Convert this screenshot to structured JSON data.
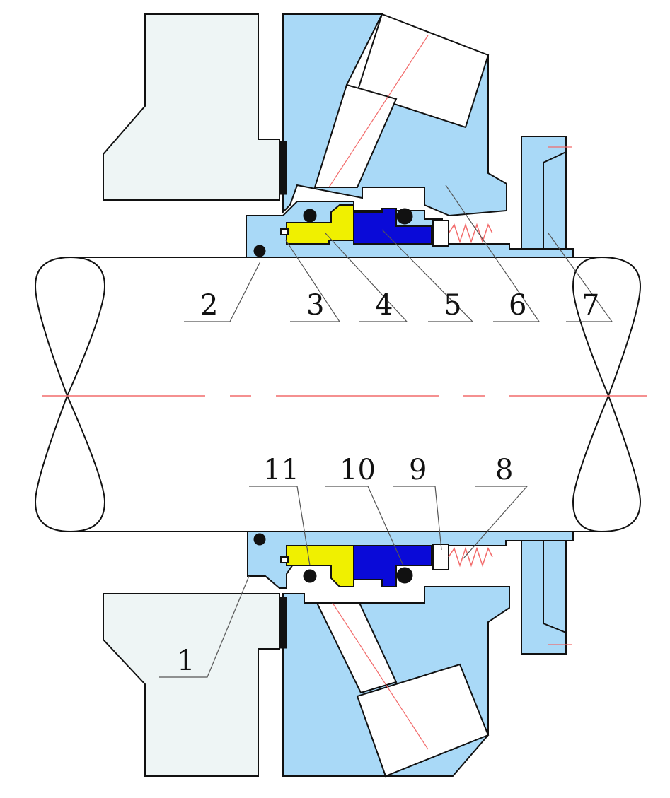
{
  "diagram": {
    "callouts": [
      {
        "id": "1",
        "label": "1"
      },
      {
        "id": "2",
        "label": "2"
      },
      {
        "id": "3",
        "label": "3"
      },
      {
        "id": "4",
        "label": "4"
      },
      {
        "id": "5",
        "label": "5"
      },
      {
        "id": "6",
        "label": "6"
      },
      {
        "id": "7",
        "label": "7"
      },
      {
        "id": "8",
        "label": "8"
      },
      {
        "id": "9",
        "label": "9"
      },
      {
        "id": "10",
        "label": "10"
      },
      {
        "id": "11",
        "label": "11"
      }
    ]
  },
  "colors": {
    "pump_casing": "#eef5f5",
    "seal_gland": "#a9d9f7",
    "stationary_ring": "#f0f000",
    "rotating_ring": "#0a0ad8",
    "outline": "#111111",
    "centerline": "#f26b6b",
    "shaft": "#ffffff"
  }
}
